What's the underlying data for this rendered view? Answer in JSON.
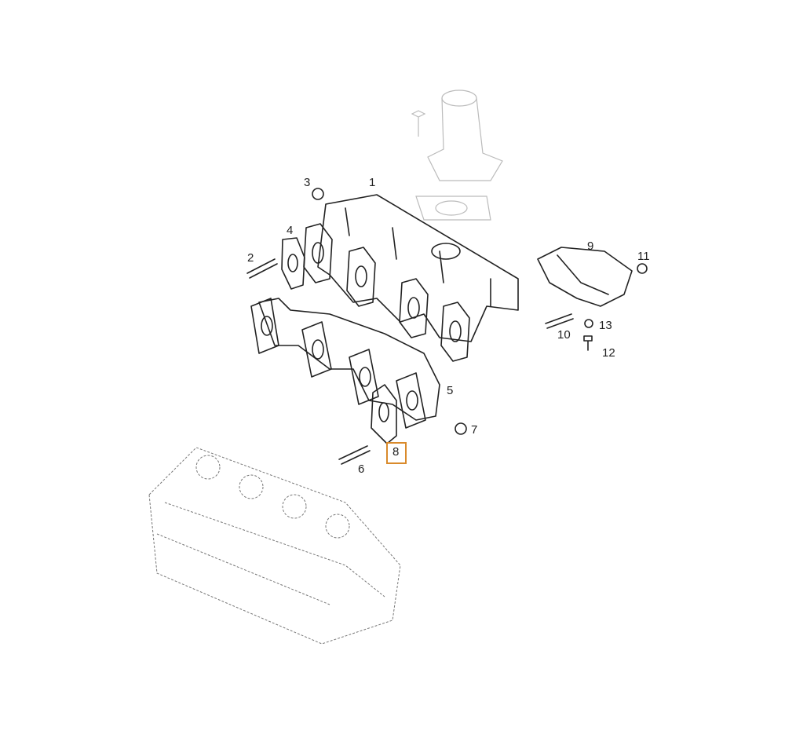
{
  "diagram": {
    "callouts": [
      "1",
      "2",
      "3",
      "4",
      "5",
      "6",
      "7",
      "8",
      "9",
      "10",
      "11",
      "12",
      "13"
    ],
    "highlighted_callout": "8",
    "highlight_color": "#d98a2b"
  }
}
